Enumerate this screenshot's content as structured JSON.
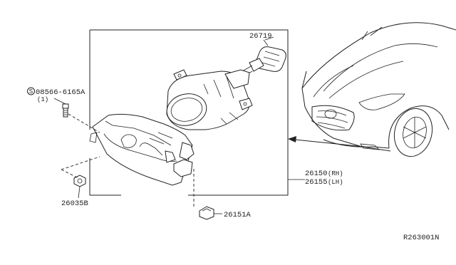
{
  "parts": {
    "bulb": "26719",
    "bolt": "08566-6165A",
    "bolt_qty": "(1)",
    "nut": "26035B",
    "lamp_rh": "26150",
    "lamp_rh_side": "(RH)",
    "lamp_lh": "26155",
    "lamp_lh_side": "(LH)",
    "clip": "26151A"
  },
  "diagram_code": "R263001N",
  "bolt_marker": "S"
}
